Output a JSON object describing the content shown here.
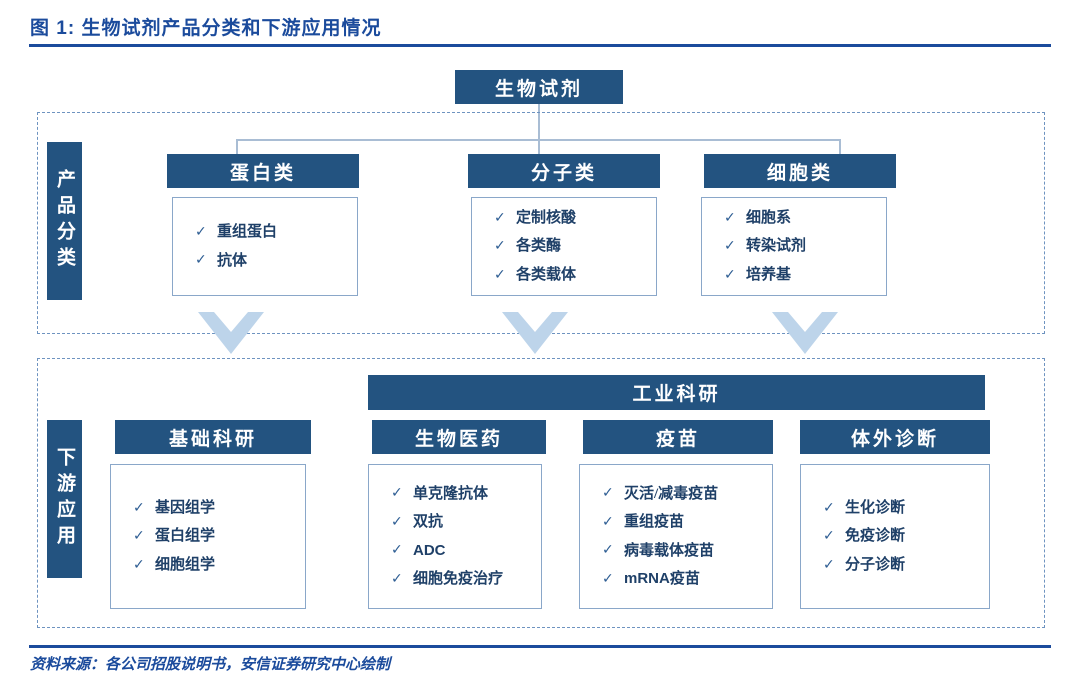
{
  "figure": {
    "title": "图 1: 生物试剂产品分类和下游应用情况",
    "source": "资料来源：各公司招股说明书，安信证券研究中心绘制"
  },
  "root": {
    "label": "生物试剂"
  },
  "sections": {
    "product": {
      "side_label": "产品分类",
      "groups": [
        {
          "header": "蛋白类",
          "items": [
            "重组蛋白",
            "抗体"
          ]
        },
        {
          "header": "分子类",
          "items": [
            "定制核酸",
            "各类酶",
            "各类载体"
          ]
        },
        {
          "header": "细胞类",
          "items": [
            "细胞系",
            "转染试剂",
            "培养基"
          ]
        }
      ]
    },
    "downstream": {
      "side_label": "下游应用",
      "banner": "工业科研",
      "groups": [
        {
          "header": "基础科研",
          "items": [
            "基因组学",
            "蛋白组学",
            "细胞组学"
          ]
        },
        {
          "header": "生物医药",
          "items": [
            "单克隆抗体",
            "双抗",
            "ADC",
            "细胞免疫治疗"
          ]
        },
        {
          "header": "疫苗",
          "items": [
            "灭活/减毒疫苗",
            "重组疫苗",
            "病毒载体疫苗",
            "mRNA疫苗"
          ]
        },
        {
          "header": "体外诊断",
          "items": [
            "生化诊断",
            "免疫诊断",
            "分子诊断"
          ]
        }
      ]
    }
  },
  "icons": {
    "tick": "✓"
  },
  "colors": {
    "navy": "#235380",
    "title_blue": "#1b4b9c",
    "text_blue": "#1f4068",
    "dashed_border": "#6e93c0",
    "box_border": "#8aa7c9",
    "connector": "#a9bdd4",
    "chevron": "#bdd4ea"
  }
}
